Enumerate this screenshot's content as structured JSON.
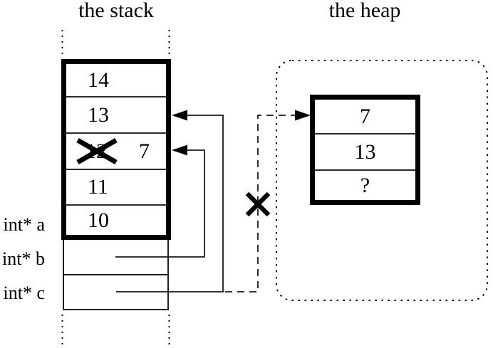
{
  "titles": {
    "stack": "the stack",
    "heap": "the heap"
  },
  "stack": {
    "cells": [
      {
        "value": "14"
      },
      {
        "value": "13"
      },
      {
        "old_value": "12",
        "new_value": "7",
        "crossed": true
      },
      {
        "value": "11"
      },
      {
        "value": "10"
      }
    ],
    "variables": [
      {
        "label": "int* a"
      },
      {
        "label": "int* b"
      },
      {
        "label": "int* c"
      }
    ]
  },
  "heap": {
    "cells": [
      {
        "value": "7"
      },
      {
        "value": "13"
      },
      {
        "value": "?"
      }
    ]
  },
  "colors": {
    "ink": "#000000",
    "background": "#ffffff"
  }
}
